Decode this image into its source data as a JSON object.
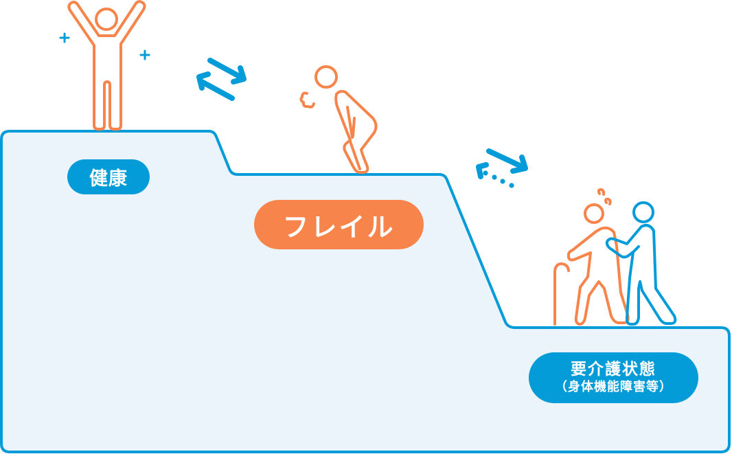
{
  "diagram": {
    "type": "frailty-stages-staircase",
    "colors": {
      "outline_blue": "#049cd8",
      "fill_light_blue": "#ebf4fb",
      "figure_orange": "#f7844a",
      "figure_blue": "#049cd8"
    },
    "stages": [
      {
        "id": "healthy",
        "label": "健康",
        "pill_color": "#049cd8",
        "figure": "person-arms-raised-icon",
        "decoration": "sparkle-plus-icons"
      },
      {
        "id": "frail",
        "label": "フレイル",
        "pill_color": "#f7844a",
        "figure": "person-bent-over-tired-icon",
        "decoration": "sigh-puff-icon"
      },
      {
        "id": "care",
        "label_line1": "要介護状態",
        "label_line2": "（身体機能障害等）",
        "pill_color": "#049cd8",
        "figure": "elderly-with-cane-and-caregiver-icon",
        "decoration": "sweat-drops-icon"
      }
    ],
    "transitions": [
      {
        "from": "healthy",
        "to": "frail",
        "icon": "bidirectional-arrows-icon",
        "style": "solid-both-ways"
      },
      {
        "from": "frail",
        "to": "care",
        "icon": "forward-arrow-dotted-return-icon",
        "style": "solid-forward-dotted-back"
      }
    ]
  }
}
